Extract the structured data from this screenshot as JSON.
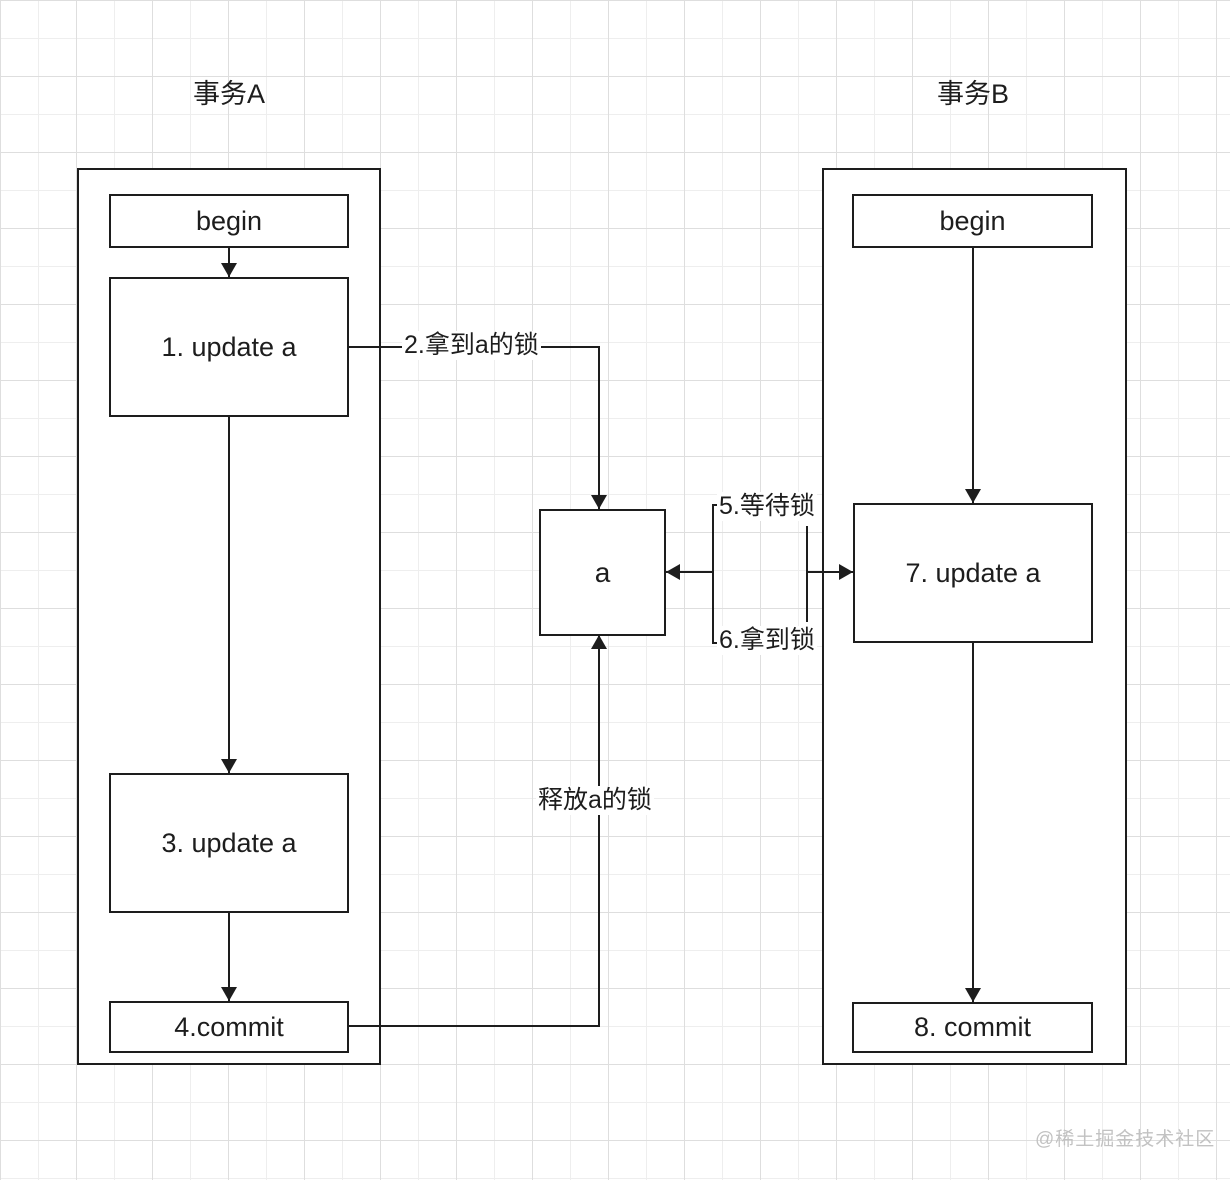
{
  "diagram": {
    "transaction_a": {
      "title": "事务A",
      "nodes": {
        "begin": "begin",
        "step1": "1. update a",
        "step3": "3. update a",
        "step4": "4.commit"
      }
    },
    "transaction_b": {
      "title": "事务B",
      "nodes": {
        "begin": "begin",
        "step7": "7. update a",
        "step8": "8. commit"
      }
    },
    "resource": {
      "label": "a"
    },
    "edge_labels": {
      "acquire_a_lock": "2.拿到a的锁",
      "wait_lock": "5.等待锁",
      "get_lock": "6.拿到锁",
      "release_a_lock": "释放a的锁"
    },
    "watermark": "@稀土掘金技术社区",
    "colors": {
      "line": "#1d1d1d",
      "grid_major": "#dedede",
      "grid_minor": "#eeeeee",
      "watermark": "#c2c2c2"
    }
  }
}
